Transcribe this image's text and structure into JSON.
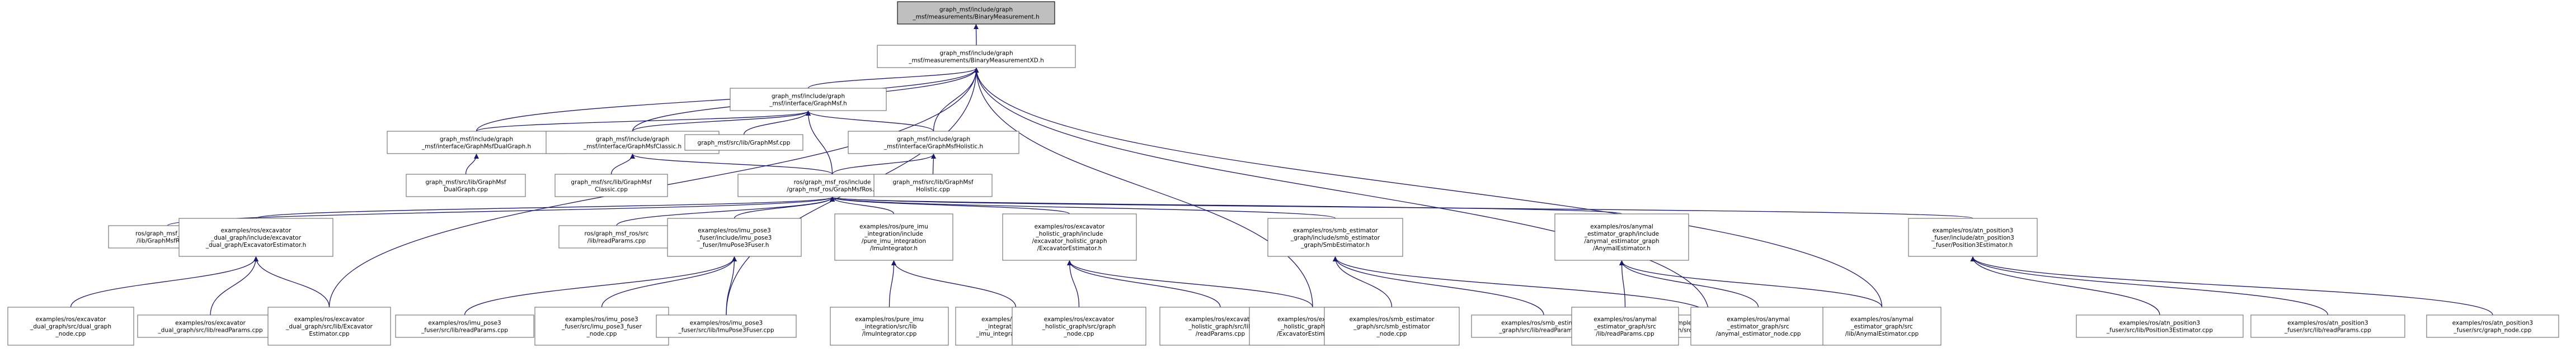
{
  "colors": {
    "edge": "#191970",
    "node_border": "#6b6b6b",
    "root_fill": "#bfbfbf",
    "node_fill": "#ffffff"
  },
  "nodes": [
    {
      "id": "root",
      "root": true,
      "lines": [
        "graph_msf/include/graph",
        "_msf/measurements/BinaryMeasurement.h"
      ]
    },
    {
      "id": "binxd",
      "lines": [
        "graph_msf/include/graph",
        "_msf/measurements/BinaryMeasurementXD.h"
      ]
    },
    {
      "id": "graphmsf_h",
      "lines": [
        "graph_msf/include/graph",
        "_msf/interface/GraphMsf.h"
      ]
    },
    {
      "id": "dual_h",
      "lines": [
        "graph_msf/include/graph",
        "_msf/interface/GraphMsfDualGraph.h"
      ]
    },
    {
      "id": "classic_h",
      "lines": [
        "graph_msf/include/graph",
        "_msf/interface/GraphMsfClassic.h"
      ]
    },
    {
      "id": "graphmsf_cpp",
      "lines": [
        "graph_msf/src/lib/GraphMsf.cpp"
      ]
    },
    {
      "id": "holistic_h",
      "lines": [
        "graph_msf/include/graph",
        "_msf/interface/GraphMsfHolistic.h"
      ]
    },
    {
      "id": "dual_cpp",
      "lines": [
        "graph_msf/src/lib/GraphMsf",
        "DualGraph.cpp"
      ]
    },
    {
      "id": "classic_cpp",
      "lines": [
        "graph_msf/src/lib/GraphMsf",
        "Classic.cpp"
      ]
    },
    {
      "id": "ros_h",
      "lines": [
        "ros/graph_msf_ros/include",
        "/graph_msf_ros/GraphMsfRos.h"
      ]
    },
    {
      "id": "holistic_cpp",
      "lines": [
        "graph_msf/src/lib/GraphMsf",
        "Holistic.cpp"
      ]
    },
    {
      "id": "ros_cpp",
      "lines": [
        "ros/graph_msf_ros/src",
        "/lib/GraphMsfRos.cpp"
      ]
    },
    {
      "id": "exc_dual_h",
      "lines": [
        "examples/ros/excavator",
        "_dual_graph/include/excavator",
        "_dual_graph/ExcavatorEstimator.h"
      ]
    },
    {
      "id": "readparams_ros",
      "lines": [
        "ros/graph_msf_ros/src",
        "/lib/readParams.cpp"
      ]
    },
    {
      "id": "imu_pose3_h",
      "lines": [
        "examples/ros/imu_pose3",
        "_fuser/include/imu_pose3",
        "_fuser/ImuPose3Fuser.h"
      ]
    },
    {
      "id": "pure_imu_h",
      "lines": [
        "examples/ros/pure_imu",
        "_integration/include",
        "/pure_imu_integration",
        "/ImuIntegrator.h"
      ]
    },
    {
      "id": "exc_hol_h",
      "lines": [
        "examples/ros/excavator",
        "_holistic_graph/include",
        "/excavator_holistic_graph",
        "/ExcavatorEstimator.h"
      ]
    },
    {
      "id": "smb_h",
      "lines": [
        "examples/ros/smb_estimator",
        "_graph/include/smb_estimator",
        "_graph/SmbEstimator.h"
      ]
    },
    {
      "id": "anymal_h",
      "lines": [
        "examples/ros/anymal",
        "_estimator_graph/include",
        "/anymal_estimator_graph",
        "/AnymalEstimator.h"
      ]
    },
    {
      "id": "atn_h",
      "lines": [
        "examples/ros/atn_position3",
        "_fuser/include/atn_position3",
        "_fuser/Position3Estimator.h"
      ]
    },
    {
      "id": "exc_dual_node",
      "lines": [
        "examples/ros/excavator",
        "_dual_graph/src/dual_graph",
        "_node.cpp"
      ]
    },
    {
      "id": "exc_dual_rp",
      "lines": [
        "examples/ros/excavator",
        "_dual_graph/src/lib/readParams.cpp"
      ]
    },
    {
      "id": "exc_dual_est",
      "lines": [
        "examples/ros/excavator",
        "_dual_graph/src/lib/Excavator",
        "Estimator.cpp"
      ]
    },
    {
      "id": "imu_rp",
      "lines": [
        "examples/ros/imu_pose3",
        "_fuser/src/lib/readParams.cpp"
      ]
    },
    {
      "id": "imu_node",
      "lines": [
        "examples/ros/imu_pose3",
        "_fuser/src/imu_pose3_fuser",
        "_node.cpp"
      ]
    },
    {
      "id": "imu_fuser_cpp",
      "lines": [
        "examples/ros/imu_pose3",
        "_fuser/src/lib/ImuPose3Fuser.cpp"
      ]
    },
    {
      "id": "pure_int_cpp",
      "lines": [
        "examples/ros/pure_imu",
        "_integration/src/lib",
        "/ImuIntegrator.cpp"
      ]
    },
    {
      "id": "pure_node",
      "lines": [
        "examples/ros/pure_imu",
        "_integration/src/pure",
        "_imu_integration_node.cpp"
      ]
    },
    {
      "id": "exc_hol_node",
      "lines": [
        "examples/ros/excavator",
        "_holistic_graph/src/graph",
        "_node.cpp"
      ]
    },
    {
      "id": "exc_hol_rp",
      "lines": [
        "examples/ros/excavator",
        "_holistic_graph/src/lib",
        "/readParams.cpp"
      ]
    },
    {
      "id": "exc_hol_est",
      "lines": [
        "examples/ros/excavator",
        "_holistic_graph/src/lib",
        "/ExcavatorEstimator.cpp"
      ]
    },
    {
      "id": "smb_node",
      "lines": [
        "examples/ros/smb_estimator",
        "_graph/src/smb_estimator",
        "_node.cpp"
      ]
    },
    {
      "id": "smb_rp",
      "lines": [
        "examples/ros/smb_estimator",
        "_graph/src/lib/readParams.cpp"
      ]
    },
    {
      "id": "smb_est",
      "lines": [
        "examples/ros/smb_estimator",
        "_graph/src/lib/SmbEstimator.cpp"
      ]
    },
    {
      "id": "any_rp",
      "lines": [
        "examples/ros/anymal",
        "_estimator_graph/src",
        "/lib/readParams.cpp"
      ]
    },
    {
      "id": "any_node",
      "lines": [
        "examples/ros/anymal",
        "_estimator_graph/src",
        "/anymal_estimator_node.cpp"
      ]
    },
    {
      "id": "any_est",
      "lines": [
        "examples/ros/anymal",
        "_estimator_graph/src",
        "/lib/AnymalEstimator.cpp"
      ]
    },
    {
      "id": "atn_est",
      "lines": [
        "examples/ros/atn_position3",
        "_fuser/src/lib/Position3Estimator.cpp"
      ]
    },
    {
      "id": "atn_rp",
      "lines": [
        "examples/ros/atn_position3",
        "_fuser/src/lib/readParams.cpp"
      ]
    },
    {
      "id": "atn_node",
      "lines": [
        "examples/ros/atn_position3",
        "_fuser/src/graph_node.cpp"
      ]
    }
  ],
  "edges": [
    [
      "binxd",
      "root"
    ],
    [
      "graphmsf_h",
      "binxd"
    ],
    [
      "dual_h",
      "binxd"
    ],
    [
      "classic_h",
      "binxd"
    ],
    [
      "holistic_h",
      "binxd"
    ],
    [
      "exc_dual_est",
      "binxd"
    ],
    [
      "imu_fuser_cpp",
      "binxd"
    ],
    [
      "exc_hol_est",
      "binxd"
    ],
    [
      "smb_est",
      "binxd"
    ],
    [
      "any_est",
      "binxd"
    ],
    [
      "dual_h",
      "graphmsf_h"
    ],
    [
      "classic_h",
      "graphmsf_h"
    ],
    [
      "graphmsf_cpp",
      "graphmsf_h"
    ],
    [
      "holistic_h",
      "graphmsf_h"
    ],
    [
      "ros_h",
      "graphmsf_h"
    ],
    [
      "dual_cpp",
      "dual_h"
    ],
    [
      "classic_cpp",
      "classic_h"
    ],
    [
      "ros_h",
      "classic_h"
    ],
    [
      "ros_h",
      "holistic_h"
    ],
    [
      "holistic_cpp",
      "holistic_h"
    ],
    [
      "ros_cpp",
      "ros_h"
    ],
    [
      "exc_dual_h",
      "ros_h"
    ],
    [
      "readparams_ros",
      "ros_h"
    ],
    [
      "imu_pose3_h",
      "ros_h"
    ],
    [
      "pure_imu_h",
      "ros_h"
    ],
    [
      "exc_hol_h",
      "ros_h"
    ],
    [
      "smb_h",
      "ros_h"
    ],
    [
      "anymal_h",
      "ros_h"
    ],
    [
      "atn_h",
      "ros_h"
    ],
    [
      "exc_dual_node",
      "exc_dual_h"
    ],
    [
      "exc_dual_rp",
      "exc_dual_h"
    ],
    [
      "exc_dual_est",
      "exc_dual_h"
    ],
    [
      "imu_rp",
      "imu_pose3_h"
    ],
    [
      "imu_node",
      "imu_pose3_h"
    ],
    [
      "imu_fuser_cpp",
      "imu_pose3_h"
    ],
    [
      "pure_int_cpp",
      "pure_imu_h"
    ],
    [
      "pure_node",
      "pure_imu_h"
    ],
    [
      "exc_hol_node",
      "exc_hol_h"
    ],
    [
      "exc_hol_rp",
      "exc_hol_h"
    ],
    [
      "exc_hol_est",
      "exc_hol_h"
    ],
    [
      "smb_node",
      "smb_h"
    ],
    [
      "smb_rp",
      "smb_h"
    ],
    [
      "smb_est",
      "smb_h"
    ],
    [
      "any_rp",
      "anymal_h"
    ],
    [
      "any_node",
      "anymal_h"
    ],
    [
      "any_est",
      "anymal_h"
    ],
    [
      "atn_est",
      "atn_h"
    ],
    [
      "atn_rp",
      "atn_h"
    ],
    [
      "atn_node",
      "atn_h"
    ]
  ]
}
